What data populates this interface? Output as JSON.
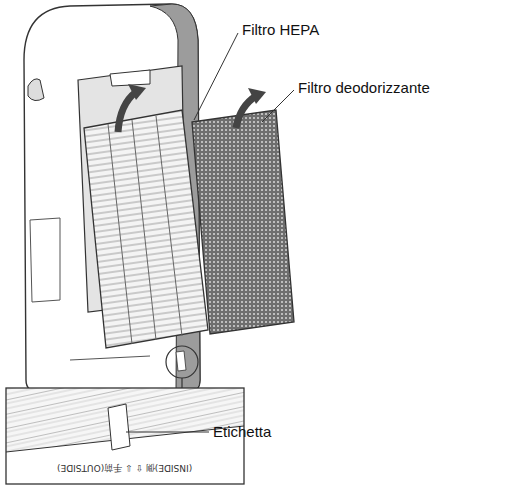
{
  "diagram": {
    "labels": [
      "Filtro HEPA",
      "Filtro deodorizzante",
      "Etichetta",
      "(INSIDE)側 ⇧ ⇩ 手前(OUTSIDE)"
    ]
  }
}
